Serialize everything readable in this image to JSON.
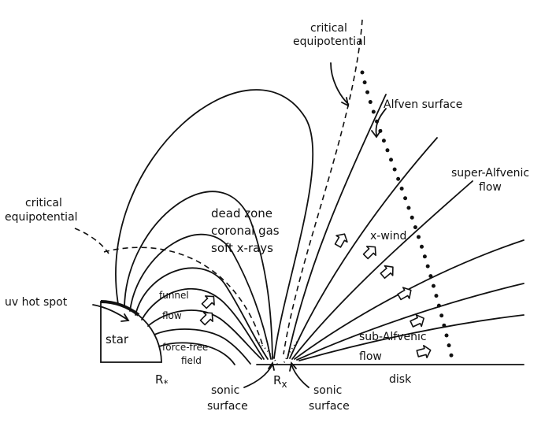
{
  "labels": {
    "critical_equipotential_top_1": "critical",
    "critical_equipotential_top_2": "equipotential",
    "alfven_surface": "Alfven surface",
    "super_alfvenic_1": "super-Alfvenic",
    "super_alfvenic_2": "flow",
    "critical_equipotential_left_1": "critical",
    "critical_equipotential_left_2": "equipotential",
    "dead_zone": "dead zone",
    "coronal_gas": "coronal gas",
    "soft_xrays": "soft x-rays",
    "x_wind": "x-wind",
    "uv_hot_spot": "uv hot spot",
    "funnel": "funnel",
    "flow": "flow",
    "star": "star",
    "force_free_1": "force-free",
    "force_free_2": "field",
    "sub_alfvenic_1": "sub-Alfvenic",
    "sub_alfvenic_2": "flow",
    "r_star_main": "R",
    "r_star_sub": "*",
    "r_x_main": "R",
    "r_x_sub": "x",
    "disk": "disk",
    "sonic_left_1": "sonic",
    "sonic_left_2": "surface",
    "sonic_right_1": "sonic",
    "sonic_right_2": "surface"
  }
}
